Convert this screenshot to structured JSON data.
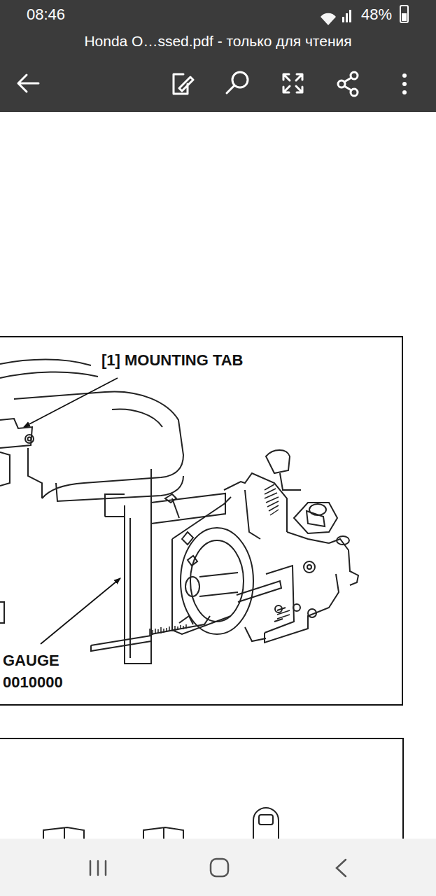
{
  "diagram": {
    "title": "Honda O…ssed.pdf - только для чтения",
    "labels": [
      "08:46",
      "48%",
      "[1] MOUNTING TAB",
      "GAUGE",
      "0010000"
    ]
  }
}
